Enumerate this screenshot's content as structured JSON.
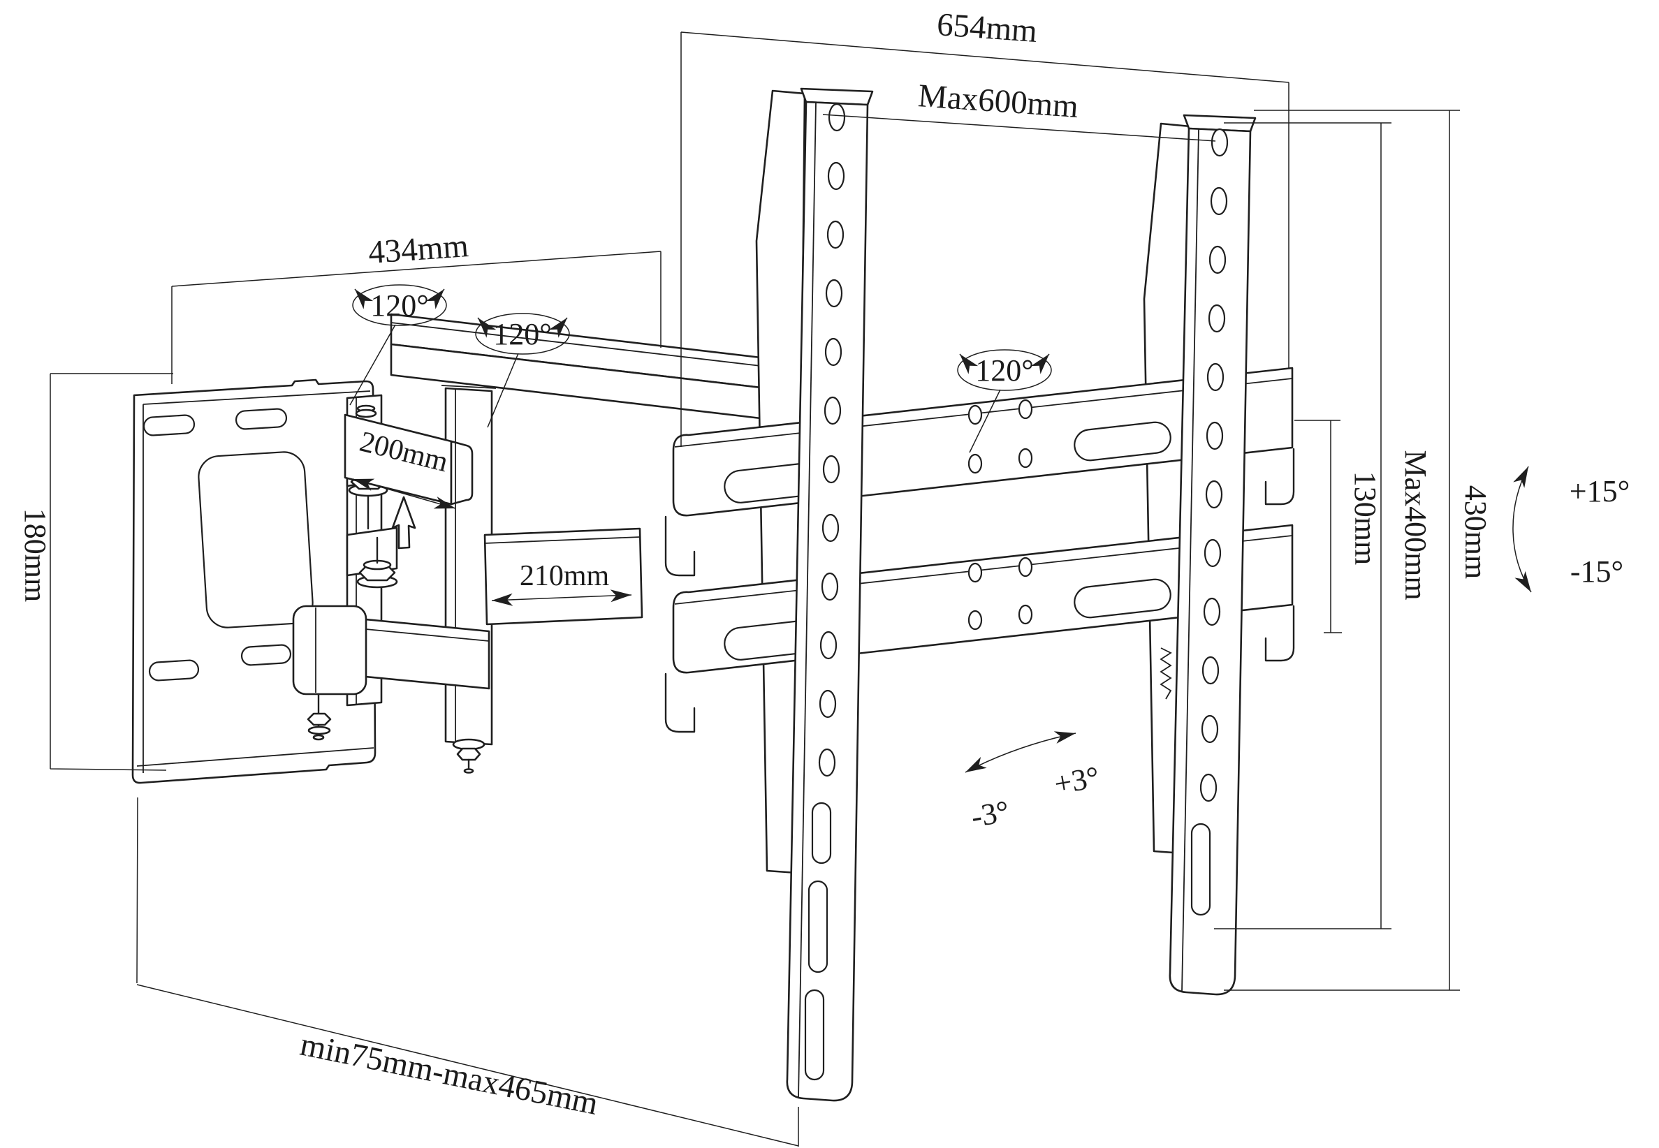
{
  "drawing": {
    "background": "#ffffff",
    "line_color": "#1f1f1f",
    "labels": {
      "overall_width": "654mm",
      "max_width_vesa": "Max600mm",
      "wall_plate_width": "434mm",
      "wall_plate_height": "180mm",
      "swivel_left": "120°",
      "swivel_middle": "120°",
      "swivel_right": "120°",
      "arm_plate_length": "200mm",
      "arm_section_length": "210mm",
      "crossbar_height": "130mm",
      "max_height_vesa": "Max400mm",
      "bracket_height": "430mm",
      "tilt_up": "+15°",
      "tilt_down": "-15°",
      "level_minus": "-3°",
      "level_plus": "+3°",
      "extension_range": "min75mm-max465mm"
    }
  }
}
